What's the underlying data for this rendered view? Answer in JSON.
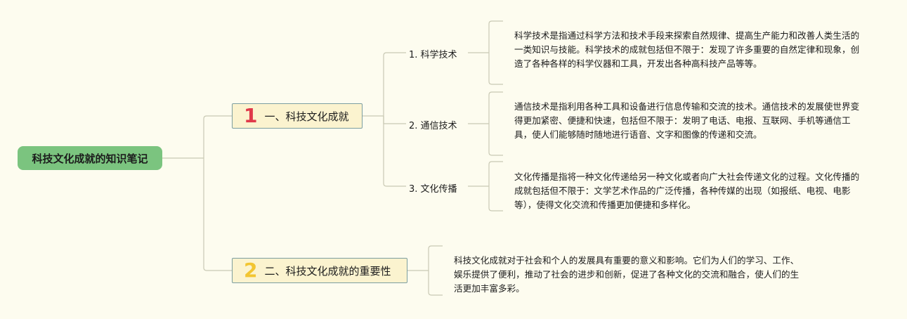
{
  "root": {
    "label": "科技文化成就的知识笔记"
  },
  "branches": [
    {
      "number": "1",
      "label": "一、科技文化成就",
      "children": [
        {
          "label": "1. 科学技术",
          "detail": "科学技术是指通过科学方法和技术手段来探索自然规律、提高生产能力和改善人类生活的一类知识与技能。科学技术的成就包括但不限于：发现了许多重要的自然定律和现象，创造了各种各样的科学仪器和工具，开发出各种高科技产品等等。"
        },
        {
          "label": "2. 通信技术",
          "detail": "通信技术是指利用各种工具和设备进行信息传输和交流的技术。通信技术的发展使世界变得更加紧密、便捷和快速，包括但不限于：发明了电话、电报、互联网、手机等通信工具，使人们能够随时随地进行语音、文字和图像的传递和交流。"
        },
        {
          "label": "3. 文化传播",
          "detail": "文化传播是指将一种文化传递给另一种文化或者向广大社会传递文化的过程。文化传播的成就包括但不限于：文学艺术作品的广泛传播，各种传媒的出现（如报纸、电视、电影等），使得文化交流和传播更加便捷和多样化。"
        }
      ]
    },
    {
      "number": "2",
      "label": "二、科技文化成就的重要性",
      "detail": "科技文化成就对于社会和个人的发展具有重要的意义和影响。它们为人们的学习、工作、娱乐提供了便利，推动了社会的进步和创新，促进了各种文化的交流和融合，使人们的生活更加丰富多彩。"
    }
  ],
  "colors": {
    "background": "#fdfcef",
    "root_fill": "#7bc47f",
    "branch_fill": "#fbf3cf",
    "connector": "#c9c9b4",
    "number_1": "#e0394a",
    "number_2": "#f2c531"
  }
}
